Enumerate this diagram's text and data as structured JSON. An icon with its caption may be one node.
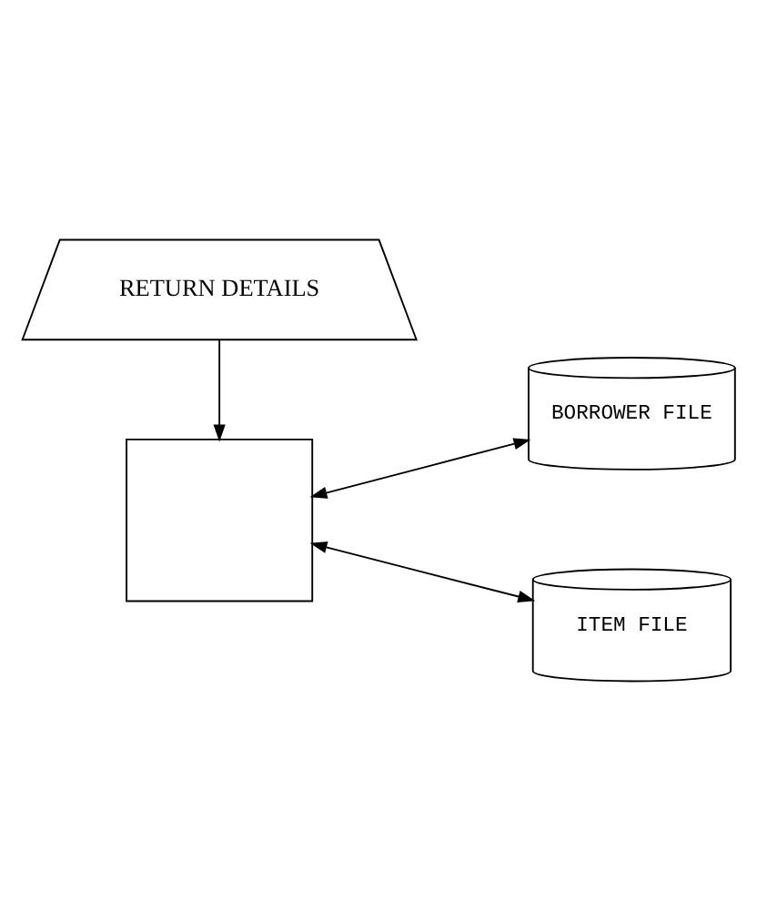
{
  "diagram": {
    "nodes": [
      {
        "text": [
          "RETURN DETAILS"
        ]
      },
      {
        "text": [],
        "shape": "box"
      },
      {
        "text": [
          "BORROWER FILE"
        ]
      },
      {
        "text": [
          "ITEM FILE"
        ]
      }
    ],
    "edges": [
      {
        "from": 0,
        "to": 1,
        "arrow": "to"
      },
      {
        "from": 1,
        "to": 2,
        "arrow": "both"
      },
      {
        "from": 1,
        "to": 3,
        "arrow": "both"
      }
    ]
  }
}
